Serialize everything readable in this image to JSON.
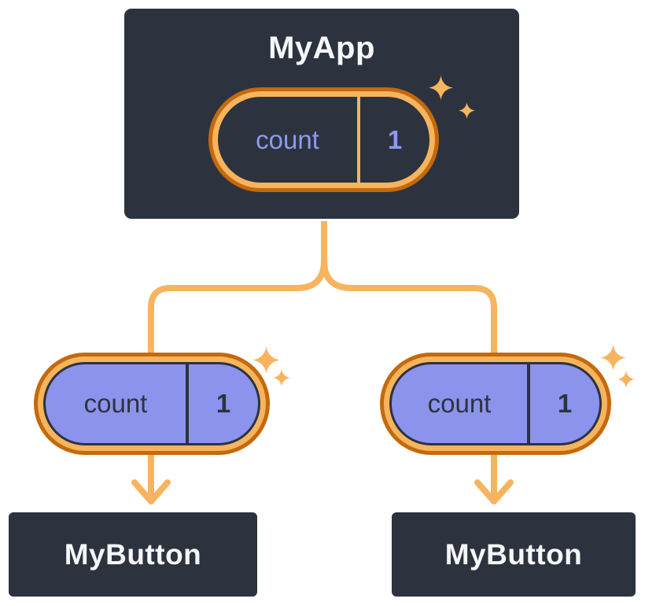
{
  "colors": {
    "bg": "#FFFFFF",
    "node-bg": "#2D333E",
    "node-border": "#FFFFFF",
    "node-text": "#F6F7F9",
    "orange-dark": "#C4690C",
    "orange-light": "#F7B45E",
    "purple-fill": "#8B93EC",
    "purple-text": "#8D99F1",
    "dark-text": "#2D333E"
  },
  "diagram": {
    "root": {
      "title": "MyApp",
      "state": {
        "label": "count",
        "value": "1"
      }
    },
    "children": [
      {
        "title": "MyButton",
        "prop": {
          "label": "count",
          "value": "1"
        }
      },
      {
        "title": "MyButton",
        "prop": {
          "label": "count",
          "value": "1"
        }
      }
    ]
  }
}
